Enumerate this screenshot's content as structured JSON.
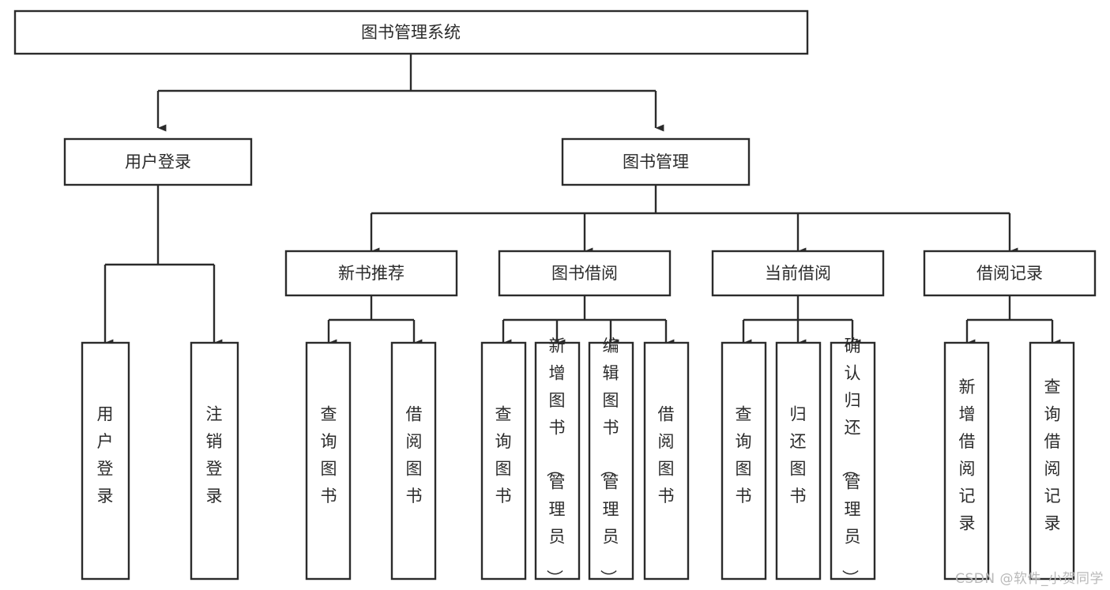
{
  "diagram": {
    "title": "图书管理系统",
    "type": "tree",
    "orientation": "top-down",
    "watermark": "CSDN @软件_小贺同学",
    "colors": {
      "stroke": "#2b2b2b",
      "box_fill": "#ffffff",
      "text": "#2b2b2b",
      "background": "#ffffff",
      "watermark": "#b9b9b9"
    },
    "levels": {
      "root": {
        "label": "图书管理系统"
      },
      "level1": [
        {
          "id": "user-login",
          "label": "用户登录"
        },
        {
          "id": "book-manage",
          "label": "图书管理"
        }
      ],
      "level2": [
        {
          "id": "new-book-recommend",
          "label": "新书推荐",
          "parent": "book-manage"
        },
        {
          "id": "book-borrow",
          "label": "图书借阅",
          "parent": "book-manage"
        },
        {
          "id": "current-borrow",
          "label": "当前借阅",
          "parent": "book-manage"
        },
        {
          "id": "borrow-record",
          "label": "借阅记录",
          "parent": "book-manage"
        }
      ],
      "leaves": [
        {
          "id": "leaf-user-login",
          "label": "用户登录",
          "parent": "user-login"
        },
        {
          "id": "leaf-logout-login",
          "label": "注销登录",
          "parent": "user-login"
        },
        {
          "id": "leaf-query-book-1",
          "label": "查询图书",
          "parent": "new-book-recommend"
        },
        {
          "id": "leaf-borrow-book-1",
          "label": "借阅图书",
          "parent": "new-book-recommend"
        },
        {
          "id": "leaf-query-book-2",
          "label": "查询图书",
          "parent": "book-borrow"
        },
        {
          "id": "leaf-add-book",
          "label": "新增图书（管理员）",
          "parent": "book-borrow"
        },
        {
          "id": "leaf-edit-book",
          "label": "编辑图书（管理员）",
          "parent": "book-borrow"
        },
        {
          "id": "leaf-borrow-book-2",
          "label": "借阅图书",
          "parent": "book-borrow"
        },
        {
          "id": "leaf-query-book-3",
          "label": "查询图书",
          "parent": "current-borrow"
        },
        {
          "id": "leaf-return-book",
          "label": "归还图书",
          "parent": "current-borrow"
        },
        {
          "id": "leaf-confirm-return",
          "label": "确认归还（管理员）",
          "parent": "current-borrow"
        },
        {
          "id": "leaf-add-record",
          "label": "新增借阅记录",
          "parent": "borrow-record"
        },
        {
          "id": "leaf-query-record",
          "label": "查询借阅记录",
          "parent": "borrow-record"
        }
      ]
    }
  }
}
